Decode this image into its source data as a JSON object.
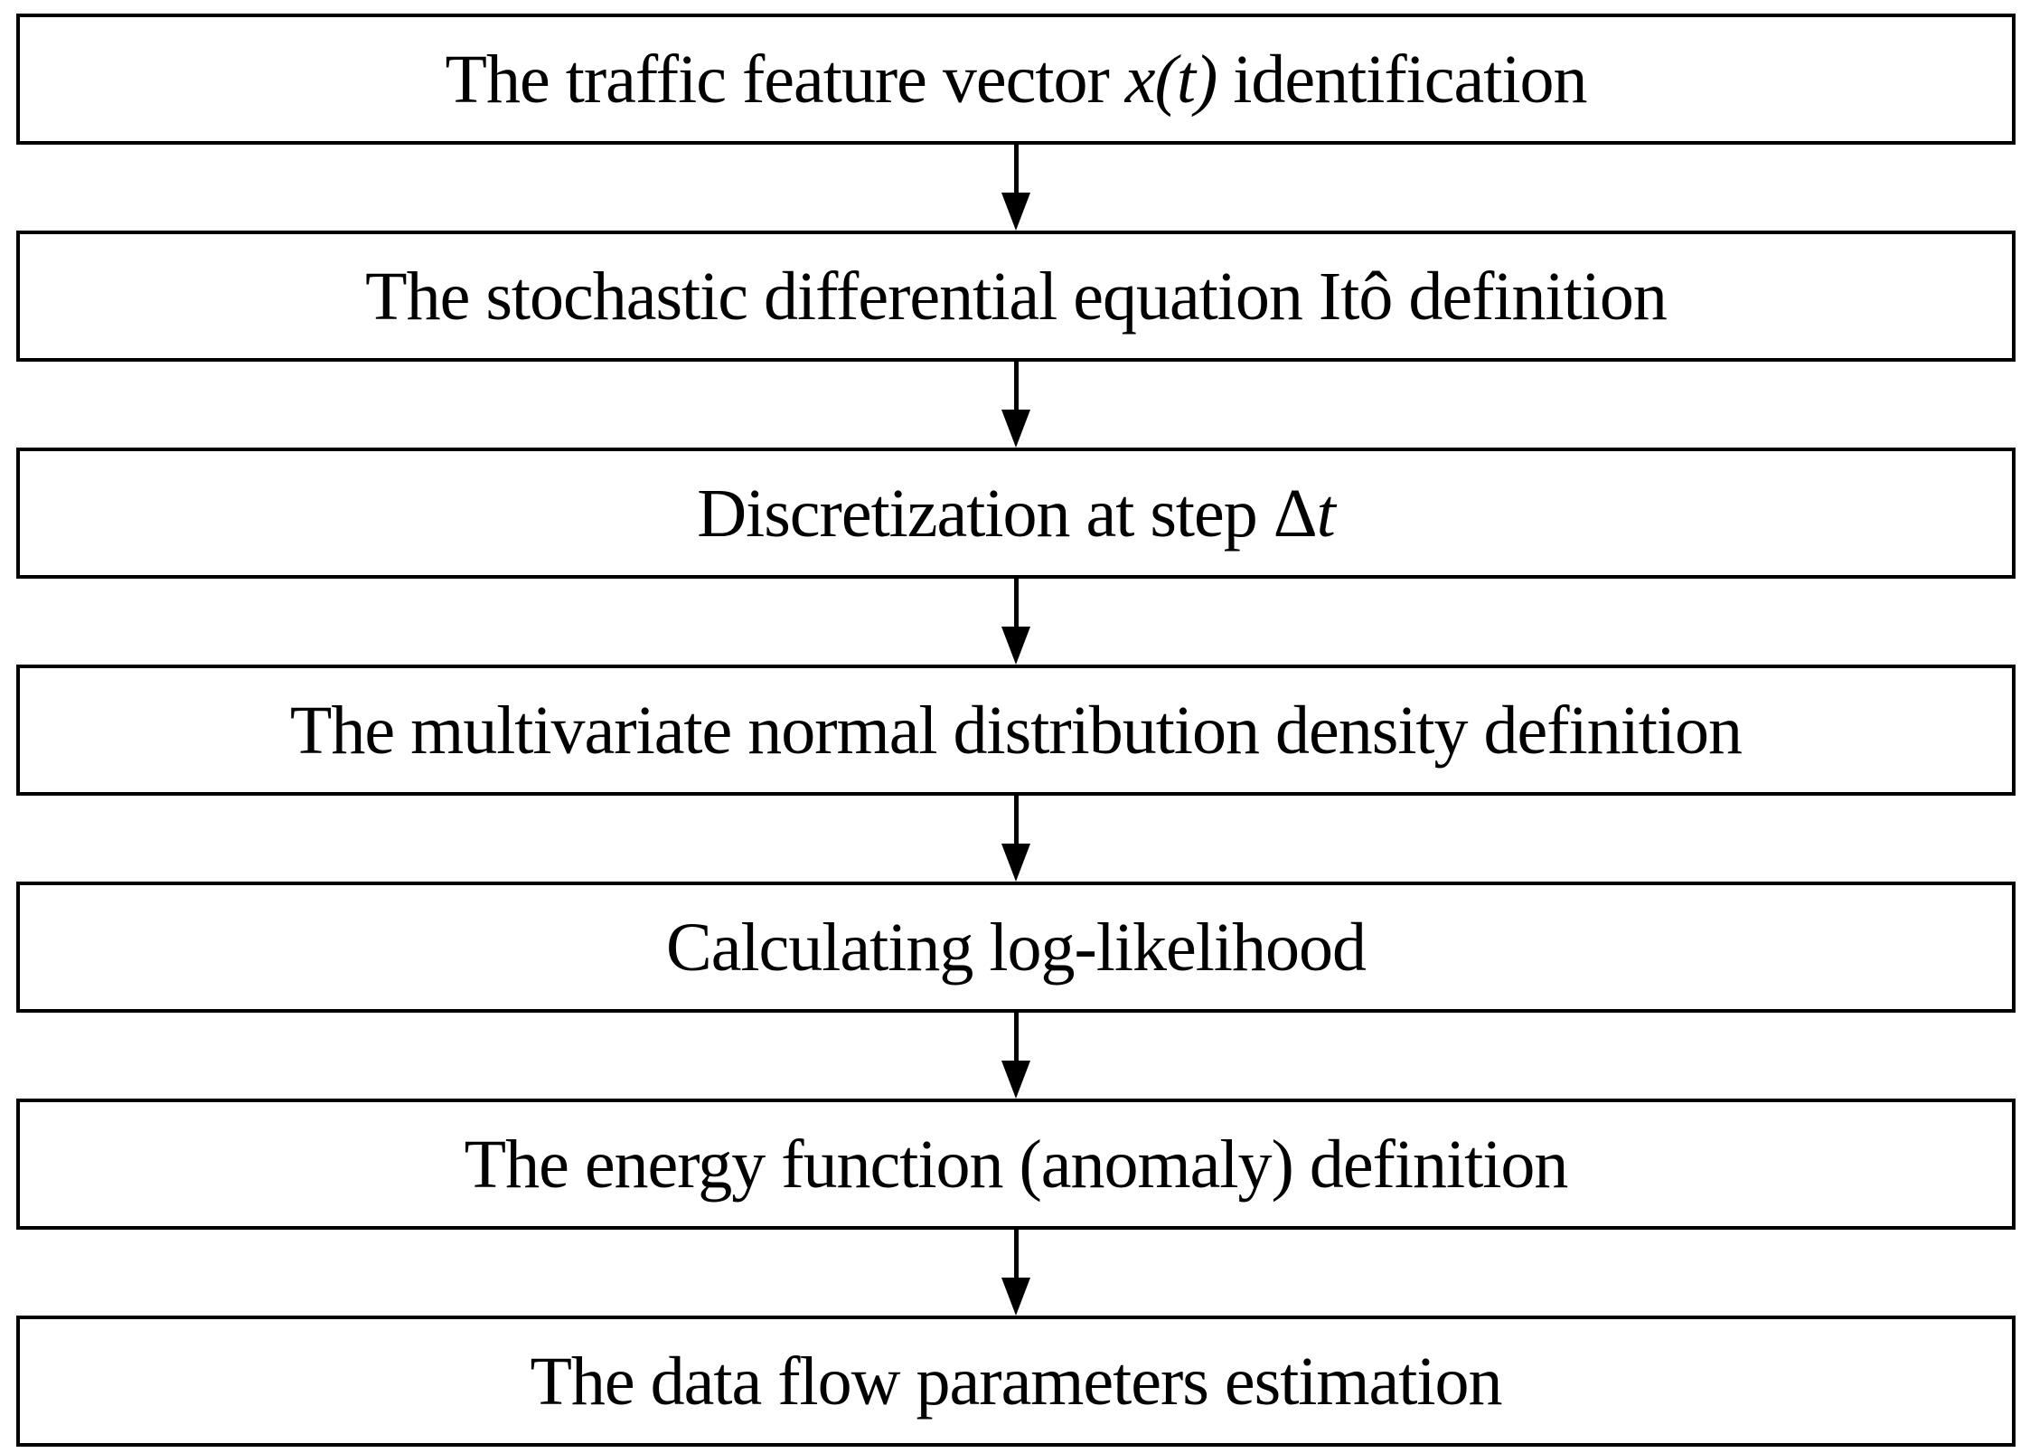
{
  "diagram": {
    "type": "flowchart",
    "direction": "top-down",
    "background_color": "#ffffff",
    "box_border_color": "#000000",
    "text_color": "#000000",
    "arrow_color": "#000000"
  },
  "steps": [
    {
      "prefix": "The traffic feature vector ",
      "math": "x(t)",
      "suffix": " identification"
    },
    {
      "prefix": "The stochastic differential equation Itô definition",
      "math": "",
      "suffix": ""
    },
    {
      "prefix": "Discretization at step Δ",
      "math": "t",
      "suffix": ""
    },
    {
      "prefix": "The multivariate normal distribution density definition",
      "math": "",
      "suffix": ""
    },
    {
      "prefix": "Calculating log-likelihood",
      "math": "",
      "suffix": ""
    },
    {
      "prefix": "The energy function (anomaly) definition",
      "math": "",
      "suffix": ""
    },
    {
      "prefix": "The data flow parameters estimation",
      "math": "",
      "suffix": ""
    }
  ]
}
